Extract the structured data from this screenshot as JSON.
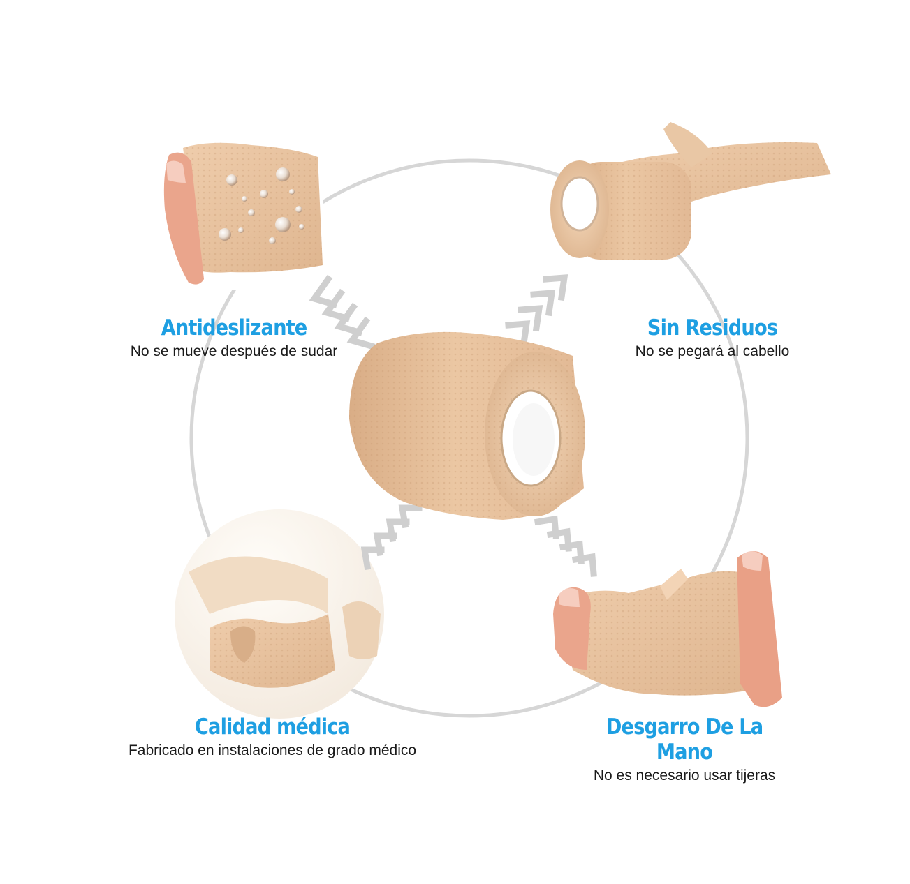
{
  "colors": {
    "title": "#1e9fe2",
    "subtitle": "#1a1a1a",
    "ring": "#d2d2d2",
    "arrow": "#cfcfcf",
    "tape": "#e7c3a0",
    "tape_shadow": "#cfa581",
    "skin": "#eaa58c"
  },
  "features": [
    {
      "title": "Antideslizante",
      "subtitle": "No se mueve después de sudar"
    },
    {
      "title": "Sin Residuos",
      "subtitle": "No se pegará al cabello"
    },
    {
      "title": "Calidad médica",
      "subtitle": "Fabricado en instalaciones de grado médico"
    },
    {
      "title": "Desgarro De La Mano",
      "subtitle": "No es necesario usar tijeras"
    }
  ]
}
